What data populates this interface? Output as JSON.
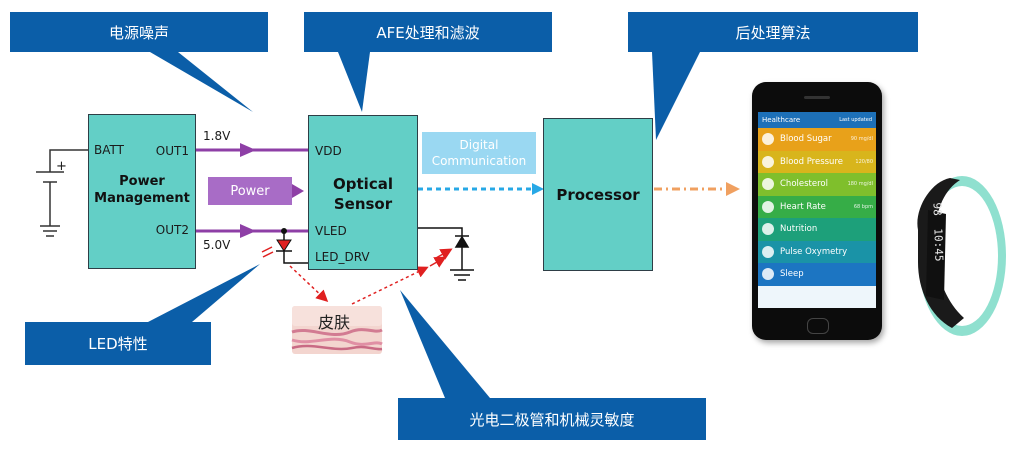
{
  "callouts": {
    "power_noise": "电源噪声",
    "afe": "AFE处理和滤波",
    "post_processing": "后处理算法",
    "led": "LED特性",
    "photodiode": "光电二极管和机械灵敏度"
  },
  "power_management": {
    "title": "Power\nManagement",
    "pin_batt": "BATT",
    "pin_out1": "OUT1",
    "pin_out2": "OUT2"
  },
  "optical_sensor": {
    "title": "Optical\nSensor",
    "pin_vdd": "VDD",
    "pin_vled": "VLED",
    "pin_led_drv": "LED_DRV"
  },
  "processor": {
    "title": "Processor"
  },
  "labels": {
    "v18": "1.8V",
    "v50": "5.0V",
    "power": "Power",
    "digital_comm": "Digital\nCommunication",
    "skin": "皮肤",
    "battery_plus": "+"
  },
  "phone": {
    "app_title": "Healthcare",
    "header_right": "Last updated",
    "items": [
      {
        "label": "Blood Sugar",
        "value": "90 mg/dl",
        "color": "#e8a11a"
      },
      {
        "label": "Blood Pressure",
        "value": "120/80",
        "color": "#d8b51c"
      },
      {
        "label": "Cholesterol",
        "value": "180 mg/dl",
        "color": "#7fbf2c"
      },
      {
        "label": "Heart Rate",
        "value": "68 bpm",
        "color": "#36ad47"
      },
      {
        "label": "Nutrition",
        "value": "",
        "color": "#1da07a"
      },
      {
        "label": "Pulse Oxymetry",
        "value": "",
        "color": "#1a93a7"
      },
      {
        "label": "Sleep",
        "value": "",
        "color": "#1c75c2"
      }
    ]
  },
  "band": {
    "display": "10:45",
    "reading": "98"
  },
  "colors": {
    "callout": "#0b5ea8",
    "block": "#63cfc6",
    "power_wire": "#8e3fa6",
    "digital_arrow": "#27a8e6",
    "output_arrow": "#f0a060",
    "led_red": "#e02020"
  }
}
